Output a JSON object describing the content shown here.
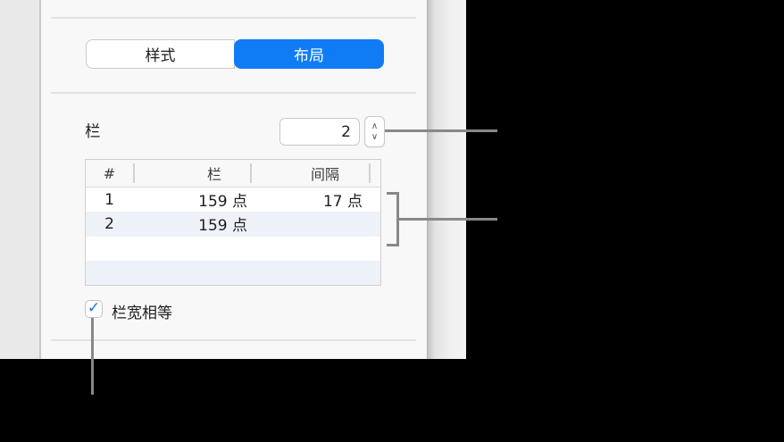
{
  "colors": {
    "accent_blue": "#0f7cf5",
    "checkmark_blue": "#1774f1",
    "callout_gray": "#88888b"
  },
  "tabs": {
    "style_label": "样式",
    "layout_label": "布局"
  },
  "columns": {
    "label": "栏",
    "value": "2",
    "stepper_up_glyph": "∧",
    "stepper_down_glyph": "∨"
  },
  "table": {
    "headers": {
      "num": "#",
      "width": "栏",
      "gap": "间隔"
    },
    "rows": [
      {
        "num": "1",
        "width": "159 点",
        "gap": "17 点"
      },
      {
        "num": "2",
        "width": "159 点",
        "gap": ""
      },
      {
        "num": "",
        "width": "",
        "gap": ""
      },
      {
        "num": "",
        "width": "",
        "gap": ""
      }
    ]
  },
  "checkbox": {
    "label": "栏宽相等",
    "checked": true,
    "check_glyph": "✓"
  }
}
